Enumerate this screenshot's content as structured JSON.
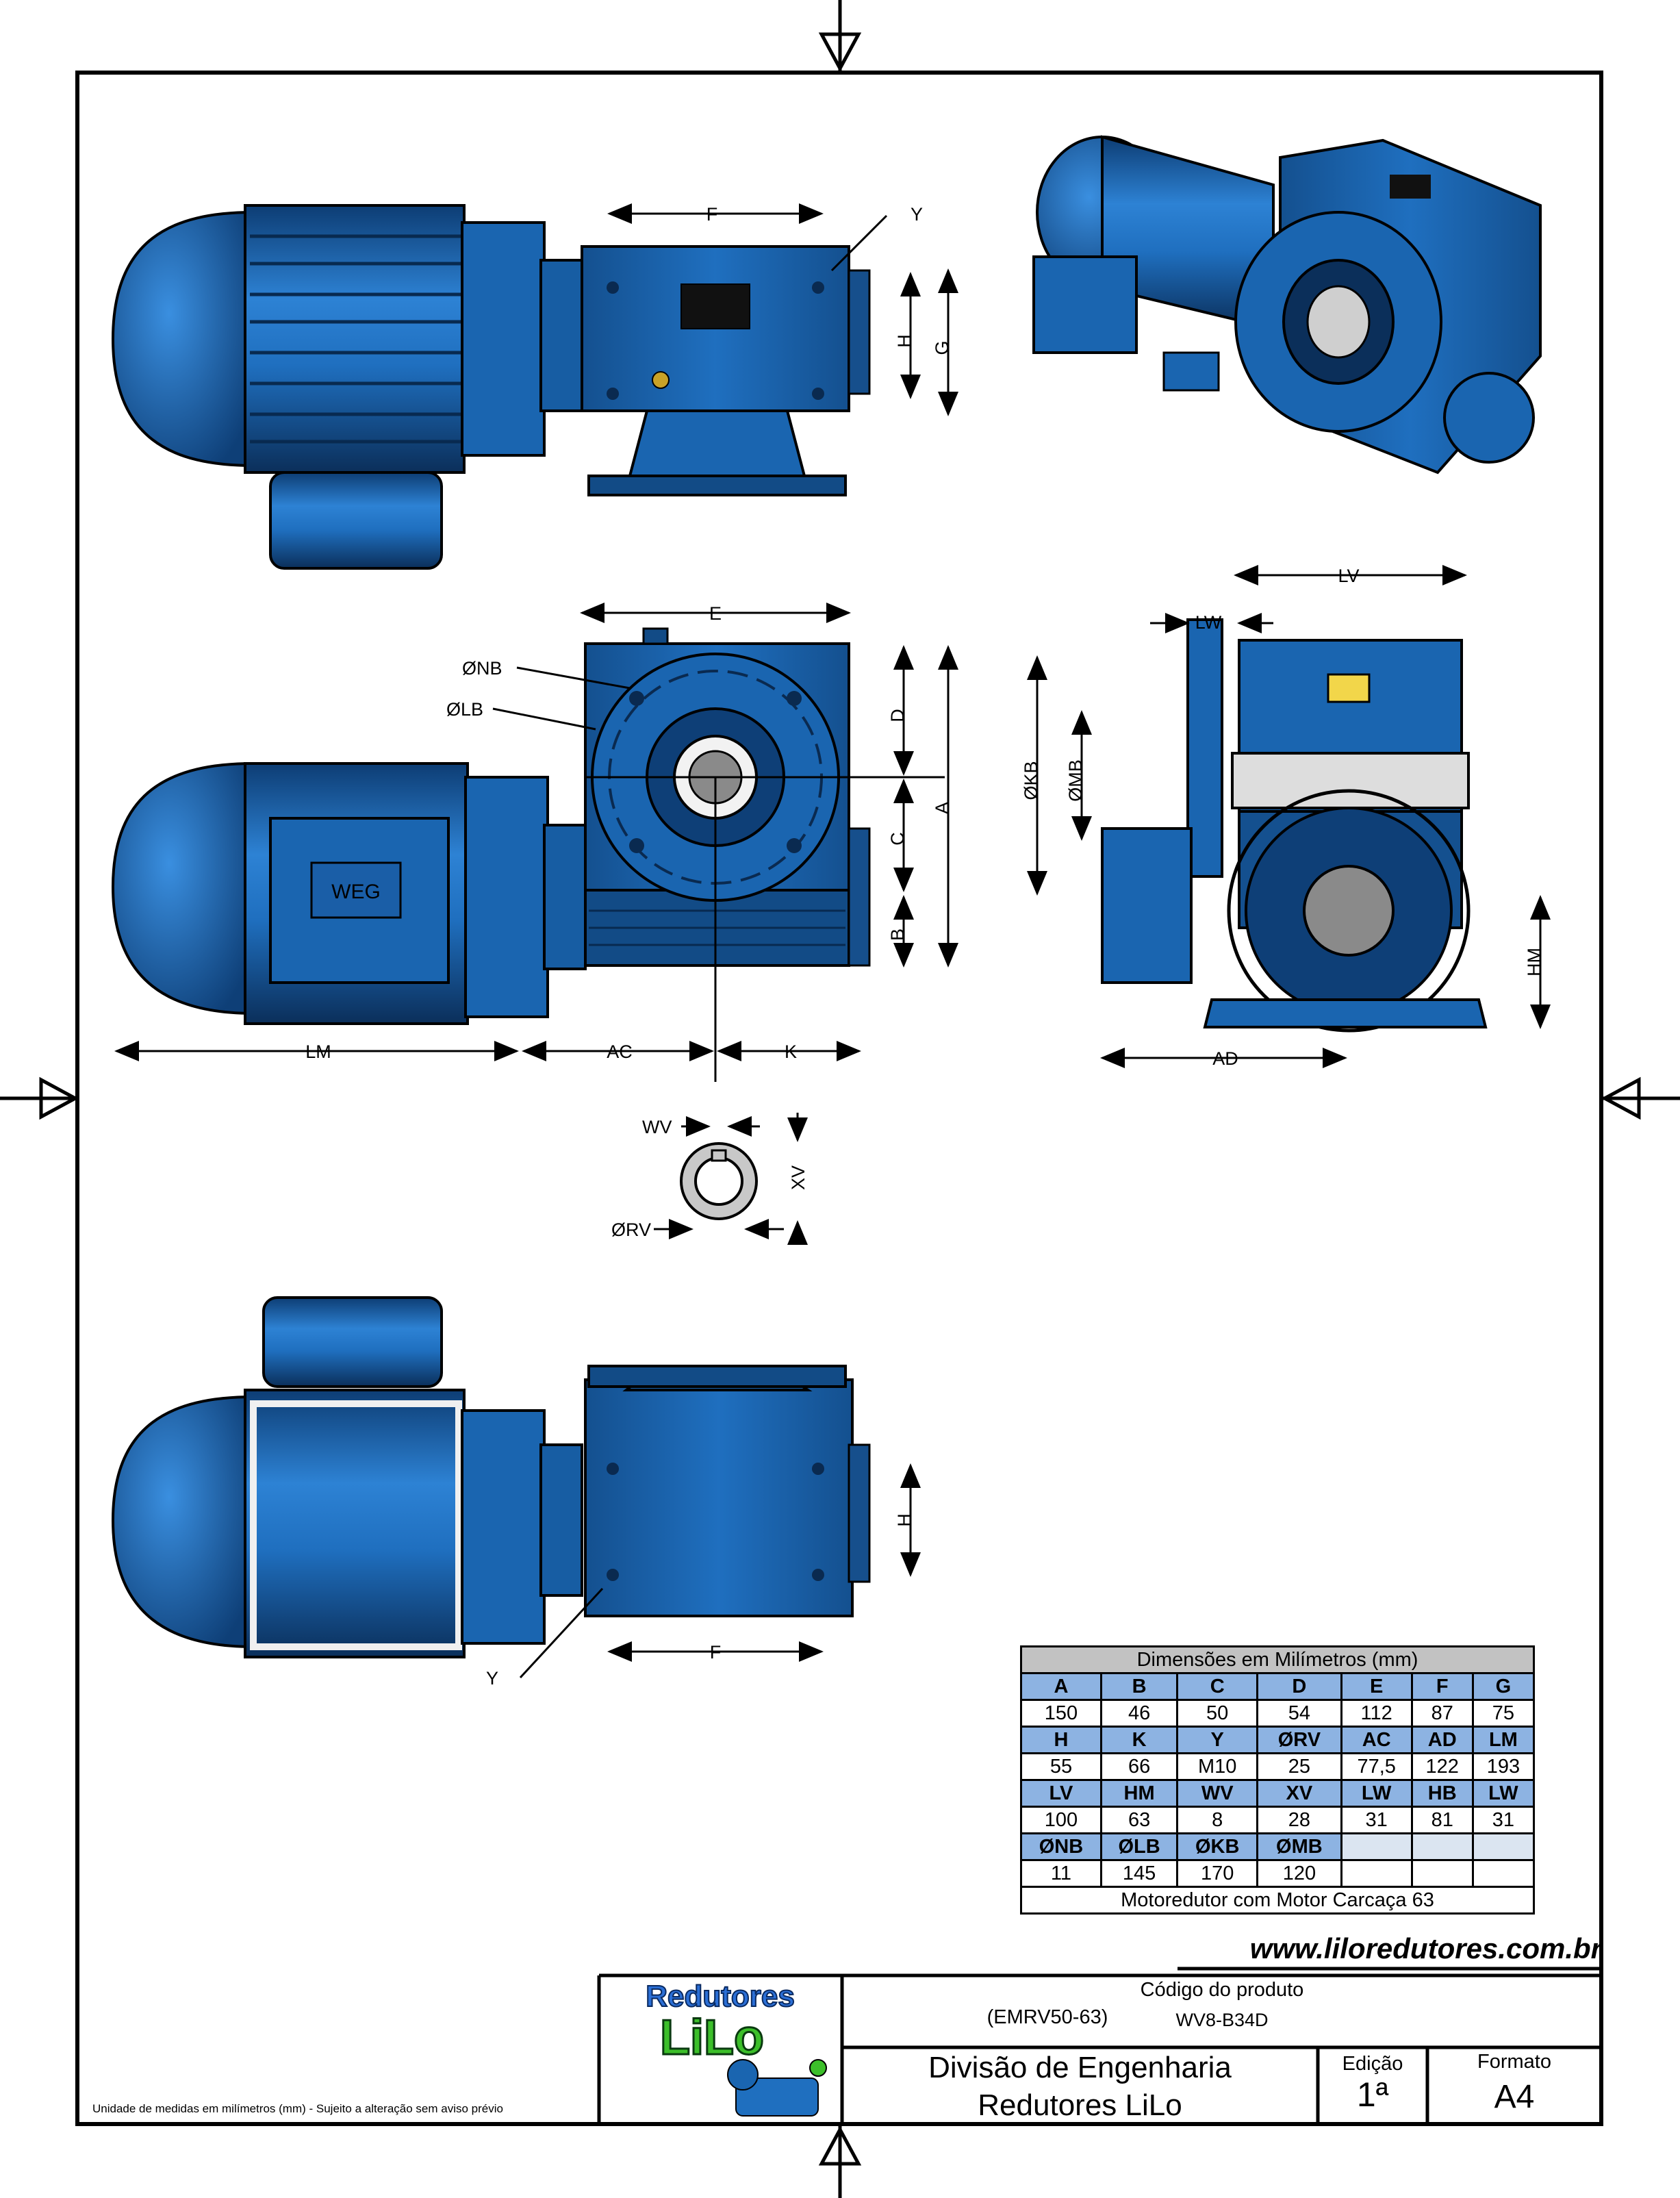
{
  "website": "www.liloredutores.com.br",
  "footnote": "Unidade de medidas em milímetros (mm) - Sujeito a alteração sem aviso prévio",
  "logo": {
    "line1": "Redutores",
    "line2": "LiLo"
  },
  "title_block": {
    "code_label": "Código do produto",
    "code_model": "(EMRV50-63)",
    "code_value": "WV8-B34D",
    "division_line1": "Divisão de Engenharia",
    "division_line2": "Redutores LiLo",
    "edition_label": "Edição",
    "edition_value": "1ª",
    "format_label": "Formato",
    "format_value": "A4"
  },
  "colors": {
    "body_blue": "#1f6fbf",
    "dark_blue": "#0e3f77",
    "header_blue": "#8db3e2",
    "caption_gray": "#c2c2c2"
  },
  "drawing_labels": {
    "F": "F",
    "Y": "Y",
    "H": "H",
    "G": "G",
    "E": "E",
    "NB": "ØNB",
    "LB": "ØLB",
    "D": "D",
    "C": "C",
    "A": "A",
    "B": "B",
    "LM": "LM",
    "AC": "AC",
    "K": "K",
    "LV": "LV",
    "LW": "LW",
    "KB": "ØKB",
    "MB": "ØMB",
    "HM": "HM",
    "AD": "AD",
    "WV": "WV",
    "XV": "XV",
    "RV": "ØRV",
    "motor_badge": "WEG"
  },
  "table": {
    "caption": "Dimensões em Milímetros (mm)",
    "rows": [
      {
        "headers": [
          "A",
          "B",
          "C",
          "D",
          "E",
          "F",
          "G"
        ],
        "values": [
          "150",
          "46",
          "50",
          "54",
          "112",
          "87",
          "75"
        ]
      },
      {
        "headers": [
          "H",
          "K",
          "Y",
          "ØRV",
          "AC",
          "AD",
          "LM"
        ],
        "values": [
          "55",
          "66",
          "M10",
          "25",
          "77,5",
          "122",
          "193"
        ]
      },
      {
        "headers": [
          "LV",
          "HM",
          "WV",
          "XV",
          "LW",
          "HB",
          "LW"
        ],
        "values": [
          "100",
          "63",
          "8",
          "28",
          "31",
          "81",
          "31"
        ]
      },
      {
        "headers": [
          "ØNB",
          "ØLB",
          "ØKB",
          "ØMB",
          "",
          "",
          ""
        ],
        "values": [
          "11",
          "145",
          "170",
          "120",
          "",
          "",
          ""
        ]
      }
    ],
    "footer": "Motoredutor com Motor Carcaça 63"
  }
}
